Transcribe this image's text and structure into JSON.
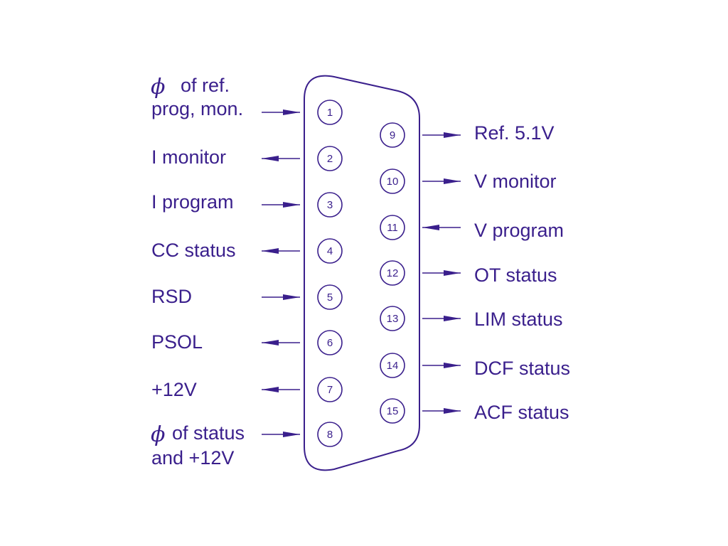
{
  "colors": {
    "ink": "#3a1f8c",
    "background": "#ffffff"
  },
  "connector": {
    "left_pins": [
      {
        "num": "1",
        "label_lines": [
          "of ref.",
          "prog, mon."
        ],
        "phi": "ϕ",
        "direction": "in"
      },
      {
        "num": "2",
        "label_lines": [
          "I monitor"
        ],
        "direction": "out"
      },
      {
        "num": "3",
        "label_lines": [
          "I program"
        ],
        "direction": "in"
      },
      {
        "num": "4",
        "label_lines": [
          "CC status"
        ],
        "direction": "out"
      },
      {
        "num": "5",
        "label_lines": [
          "RSD"
        ],
        "direction": "in"
      },
      {
        "num": "6",
        "label_lines": [
          "PSOL"
        ],
        "direction": "out"
      },
      {
        "num": "7",
        "label_lines": [
          "+12V"
        ],
        "direction": "out"
      },
      {
        "num": "8",
        "label_lines": [
          "of status",
          "and +12V"
        ],
        "phi": "ϕ",
        "direction": "in"
      }
    ],
    "right_pins": [
      {
        "num": "9",
        "label": "Ref. 5.1V",
        "direction": "out"
      },
      {
        "num": "10",
        "label": "V monitor",
        "direction": "out"
      },
      {
        "num": "11",
        "label": "V program",
        "direction": "in"
      },
      {
        "num": "12",
        "label": "OT status",
        "direction": "out"
      },
      {
        "num": "13",
        "label": "LIM status",
        "direction": "out"
      },
      {
        "num": "14",
        "label": "DCF status",
        "direction": "out"
      },
      {
        "num": "15",
        "label": "ACF status",
        "direction": "out"
      }
    ]
  }
}
